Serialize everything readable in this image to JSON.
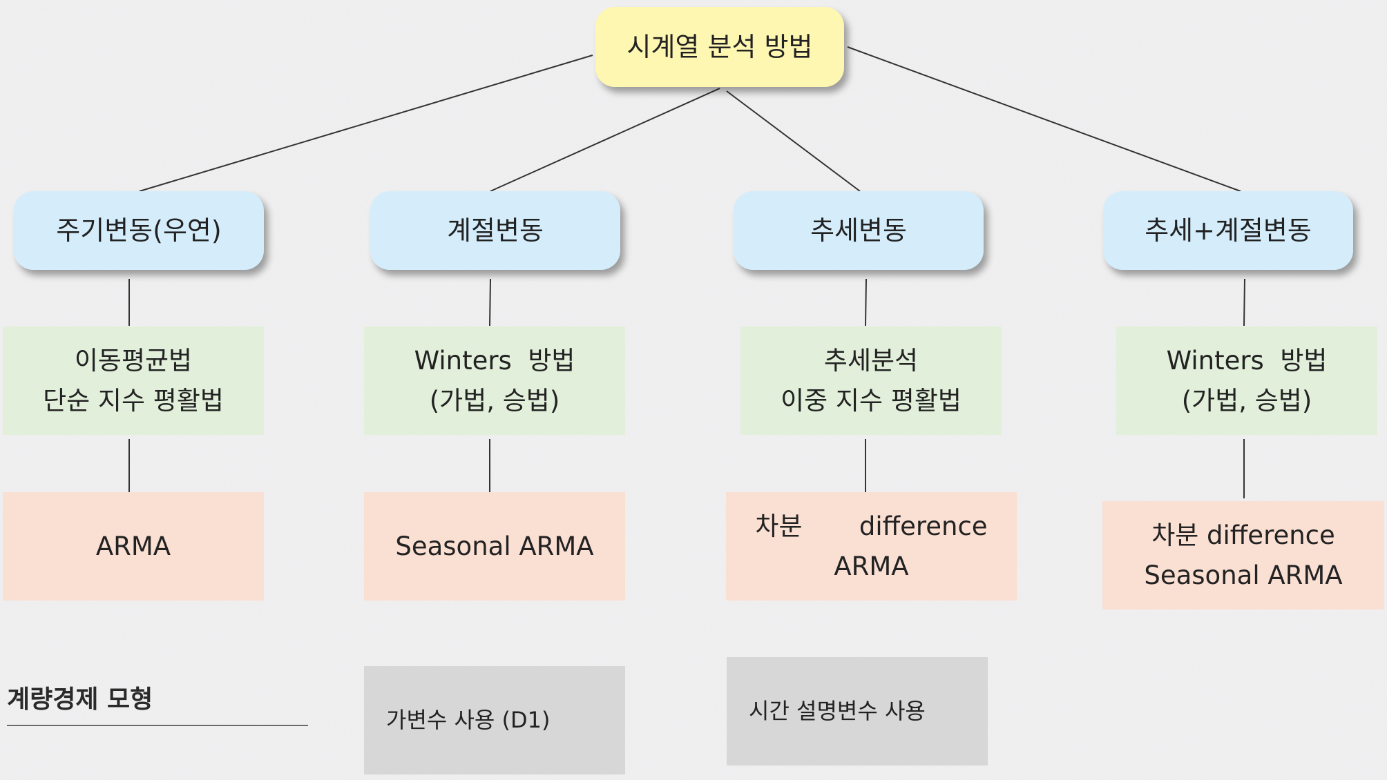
{
  "root": {
    "label": "시계열 분석 방법"
  },
  "categories": [
    {
      "label": "주기변동(우연)",
      "methods": [
        "이동평균법",
        "단순 지수 평활법"
      ],
      "models": [
        "ARMA"
      ]
    },
    {
      "label": "계절변동",
      "methods": [
        "Winters  방법",
        "(가법, 승법)"
      ],
      "models": [
        "Seasonal ARMA"
      ]
    },
    {
      "label": "추세변동",
      "methods": [
        "추세분석",
        "이중 지수 평활법"
      ],
      "models": [
        "차분       difference",
        "ARMA"
      ]
    },
    {
      "label": "추세+계절변동",
      "methods": [
        "Winters  방법",
        "(가법, 승법)"
      ],
      "models": [
        "차분 difference",
        "Seasonal ARMA"
      ]
    }
  ],
  "econometric": {
    "title": "계량경제 모형",
    "items": [
      "가변수 사용 (D1)",
      "시간 설명변수 사용"
    ]
  },
  "colors": {
    "root_fill": "#fef7b2",
    "category_fill": "#d5edfb",
    "method_fill": "#e2efda",
    "model_fill": "#fadfd3",
    "econometric_fill": "#d7d7d7",
    "connector": "#333333"
  }
}
